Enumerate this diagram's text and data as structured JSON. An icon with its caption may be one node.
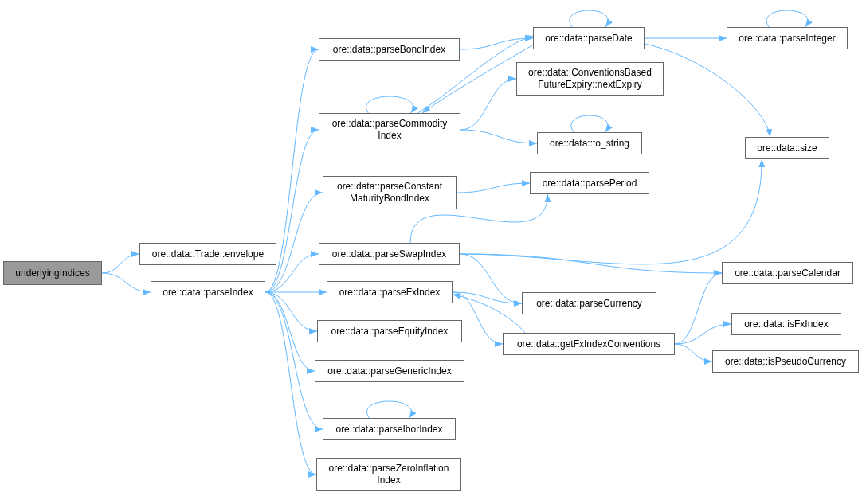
{
  "diagram": {
    "nodes": [
      {
        "text": [
          "underlyingIndices"
        ]
      },
      {
        "text": [
          "ore::data::Trade::envelope"
        ]
      },
      {
        "text": [
          "ore::data::parseIndex"
        ]
      },
      {
        "text": [
          "ore::data::parseBondIndex"
        ]
      },
      {
        "text": [
          "ore::data::parseCommodity Index"
        ]
      },
      {
        "text": [
          "ore::data::parseConstant MaturityBondIndex"
        ]
      },
      {
        "text": [
          "ore::data::parseSwapIndex"
        ]
      },
      {
        "text": [
          "ore::data::parseFxIndex"
        ]
      },
      {
        "text": [
          "ore::data::parseEquityIndex"
        ]
      },
      {
        "text": [
          "ore::data::parseGenericIndex"
        ]
      },
      {
        "text": [
          "ore::data::parseIborIndex"
        ]
      },
      {
        "text": [
          "ore::data::parseZeroInflation Index"
        ]
      },
      {
        "text": [
          "ore::data::parseDate"
        ]
      },
      {
        "text": [
          "ore::data::ConventionsBased FutureExpiry::nextExpiry"
        ]
      },
      {
        "text": [
          "ore::data::to_string"
        ]
      },
      {
        "text": [
          "ore::data::parsePeriod"
        ]
      },
      {
        "text": [
          "ore::data::parseCurrency"
        ]
      },
      {
        "text": [
          "ore::data::getFxIndexConventions"
        ]
      },
      {
        "text": [
          "ore::data::parseInteger"
        ]
      },
      {
        "text": [
          "ore::data::size"
        ]
      },
      {
        "text": [
          "ore::data::parseCalendar"
        ]
      },
      {
        "text": [
          "ore::data::isFxIndex"
        ]
      },
      {
        "text": [
          "ore::data::isPseudoCurrency"
        ]
      }
    ],
    "edges": [
      {
        "from": 0,
        "to": 1,
        "arrow": "to"
      },
      {
        "from": 0,
        "to": 2,
        "arrow": "to"
      },
      {
        "from": 2,
        "to": 3,
        "arrow": "to"
      },
      {
        "from": 2,
        "to": 4,
        "arrow": "to"
      },
      {
        "from": 2,
        "to": 5,
        "arrow": "to"
      },
      {
        "from": 2,
        "to": 6,
        "arrow": "to"
      },
      {
        "from": 2,
        "to": 7,
        "arrow": "to"
      },
      {
        "from": 2,
        "to": 8,
        "arrow": "to"
      },
      {
        "from": 2,
        "to": 9,
        "arrow": "to"
      },
      {
        "from": 2,
        "to": 10,
        "arrow": "to"
      },
      {
        "from": 2,
        "to": 11,
        "arrow": "to"
      },
      {
        "from": 3,
        "to": 12,
        "arrow": "to"
      },
      {
        "from": 4,
        "to": 4,
        "arrow": "to"
      },
      {
        "from": 4,
        "to": 12,
        "arrow": "to"
      },
      {
        "from": 4,
        "to": 13,
        "arrow": "to"
      },
      {
        "from": 4,
        "to": 14,
        "arrow": "to"
      },
      {
        "from": 12,
        "to": 12,
        "arrow": "to"
      },
      {
        "from": 12,
        "to": 4,
        "arrow": "to"
      },
      {
        "from": 12,
        "to": 18,
        "arrow": "to"
      },
      {
        "from": 12,
        "to": 19,
        "arrow": "to"
      },
      {
        "from": 18,
        "to": 18,
        "arrow": "to"
      },
      {
        "from": 14,
        "to": 14,
        "arrow": "to"
      },
      {
        "from": 5,
        "to": 15,
        "arrow": "to"
      },
      {
        "from": 6,
        "to": 15,
        "arrow": "to"
      },
      {
        "from": 6,
        "to": 19,
        "arrow": "to"
      },
      {
        "from": 6,
        "to": 20,
        "arrow": "to"
      },
      {
        "from": 6,
        "to": 16,
        "arrow": "to"
      },
      {
        "from": 7,
        "to": 16,
        "arrow": "to"
      },
      {
        "from": 7,
        "to": 17,
        "arrow": "to"
      },
      {
        "from": 17,
        "to": 7,
        "arrow": "to"
      },
      {
        "from": 17,
        "to": 20,
        "arrow": "to"
      },
      {
        "from": 17,
        "to": 21,
        "arrow": "to"
      },
      {
        "from": 17,
        "to": 22,
        "arrow": "to"
      },
      {
        "from": 10,
        "to": 10,
        "arrow": "to"
      }
    ]
  }
}
